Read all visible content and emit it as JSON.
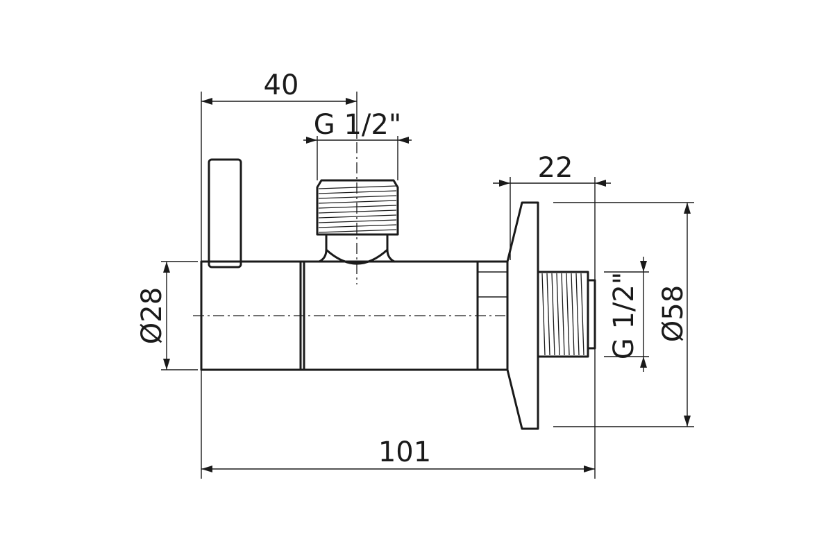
{
  "drawing": {
    "subject": "angle valve",
    "dimensions": {
      "handle_offset": "40",
      "outlet_thread": "G 1/2\"",
      "wall_flange_depth": "22",
      "body_diameter": "Ø28",
      "inlet_thread": "G 1/2\"",
      "flange_diameter": "Ø58",
      "overall_length": "101"
    },
    "colors": {
      "line": "#1a1a1a",
      "background": "#ffffff"
    }
  }
}
